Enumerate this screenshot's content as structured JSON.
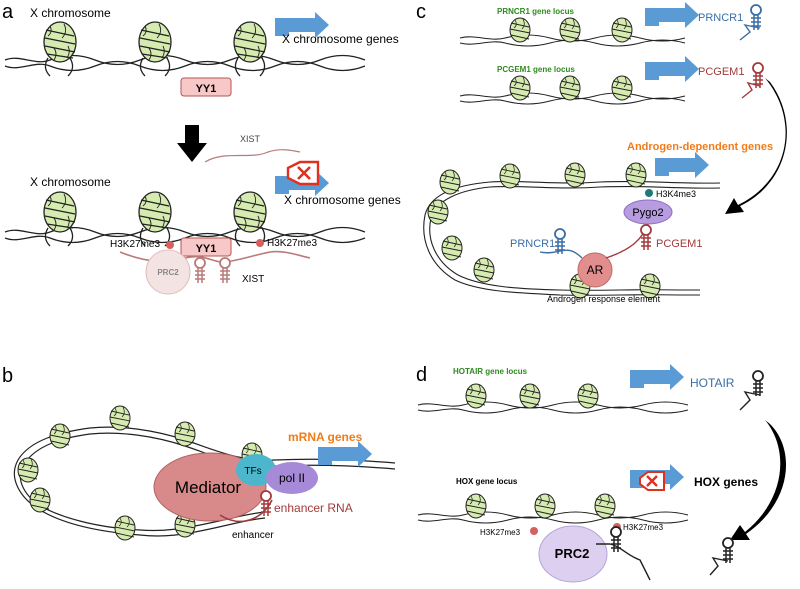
{
  "panels": {
    "a": {
      "letter": "a",
      "chrom_top": "X chromosome",
      "genes_top": "X chromosome genes",
      "yy1_top": "YY1",
      "xist_rna": "XIST",
      "chrom_bottom": "X chromosome",
      "genes_bottom": "X chromosome genes",
      "yy1_bottom": "YY1",
      "mark_left": "H3K27me3",
      "mark_right": "H3K27me3",
      "prc2": "PRC2",
      "xist_bound": "XIST"
    },
    "b": {
      "letter": "b",
      "genes": "mRNA genes",
      "mediator": "Mediator",
      "tfs": "TFs",
      "pol": "pol II",
      "erna": "enhancer RNA",
      "enhancer": "enhancer"
    },
    "c": {
      "letter": "c",
      "locus1": "PRNCR1 gene locus",
      "rna1": "PRNCR1",
      "locus2": "PCGEM1 gene locus",
      "rna2": "PCGEM1",
      "genes": "Androgen-dependent genes",
      "mark": "H3K4me3",
      "pygo": "Pygo2",
      "rna1_bound": "PRNCR1",
      "rna2_bound": "PCGEM1",
      "ar": "AR",
      "are": "Androgen response element"
    },
    "d": {
      "letter": "d",
      "locus1": "HOTAIR gene locus",
      "rna1": "HOTAIR",
      "locus2": "HOX gene locus",
      "genes": "HOX genes",
      "mark_left": "H3K27me3",
      "mark_right": "H3K27me3",
      "prc2": "PRC2"
    }
  },
  "colors": {
    "nucleosome": "#d6ebb0",
    "gene_label": "#2e8b1e",
    "arrow_blue": "#5b9bd5",
    "orange": "#f07c1a",
    "rna_blue": "#3a6ea5",
    "rna_red": "#a33a3a",
    "yy1": "#f8c8c8",
    "mediator": "#d88a8a",
    "tfs": "#4bb6cc",
    "pol": "#a68ad8",
    "ar": "#e28e8e",
    "pygo": "#b79ce0",
    "prc2_d": "#dccff0",
    "repress": "#e03020"
  }
}
